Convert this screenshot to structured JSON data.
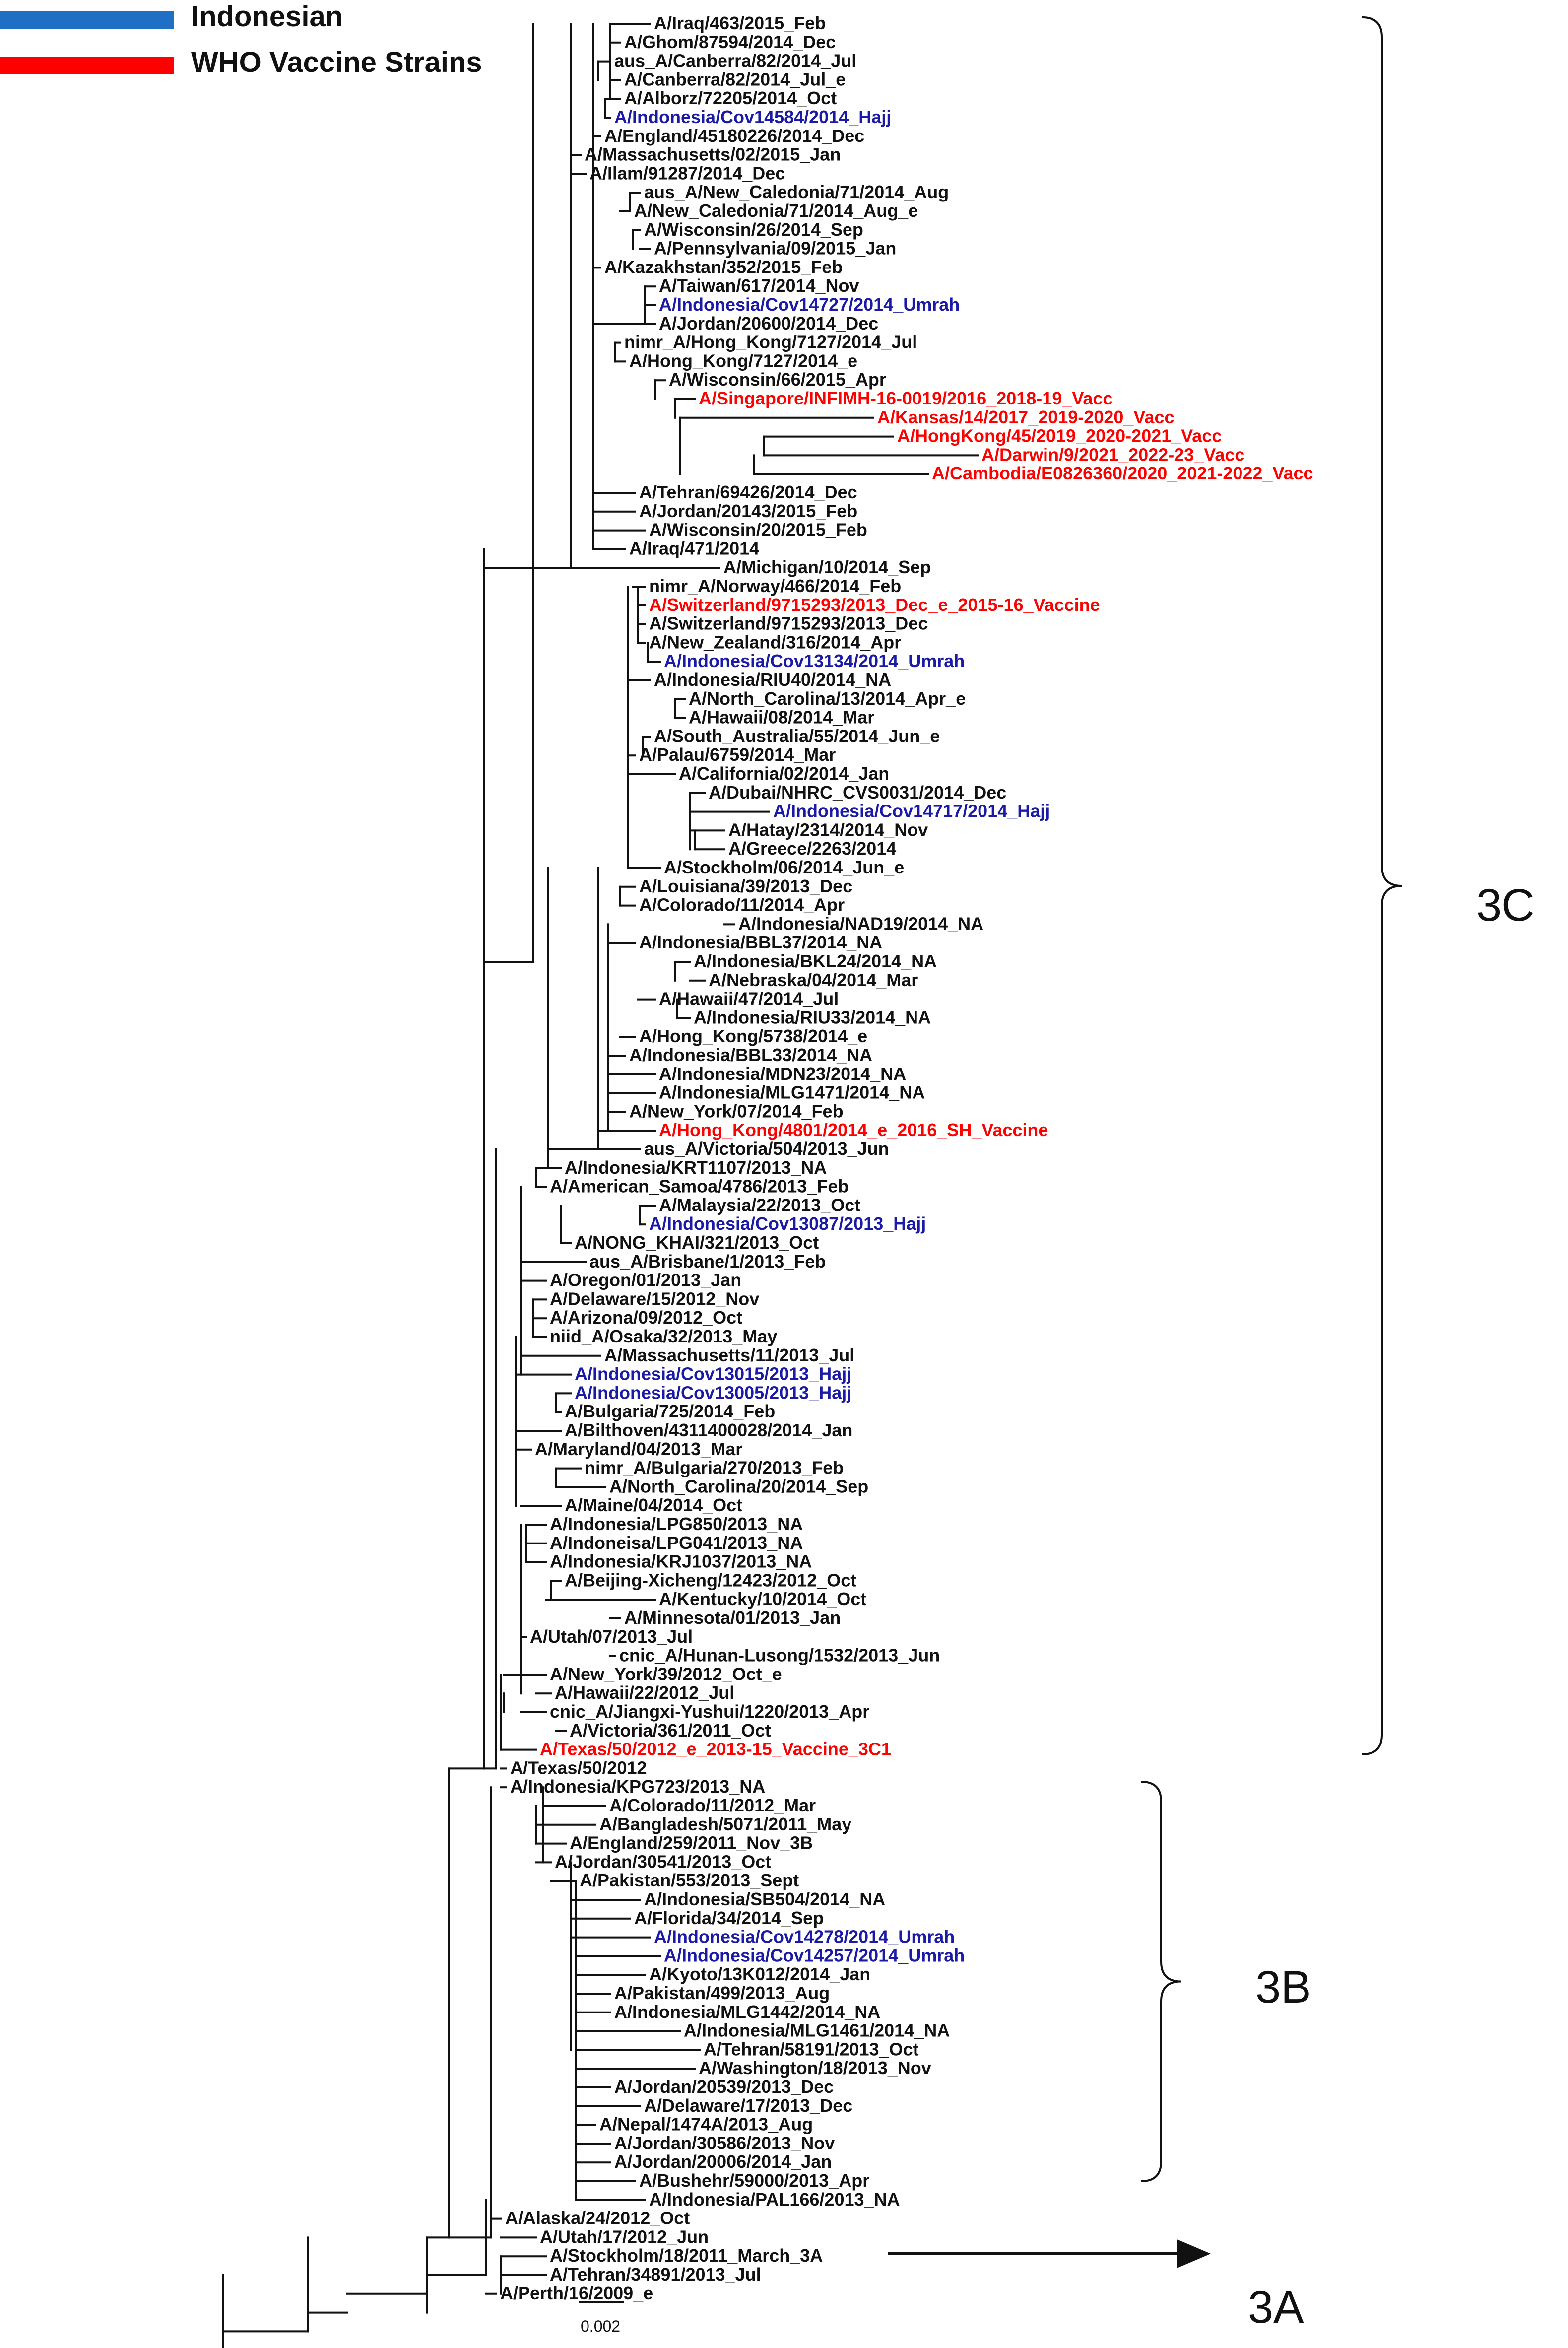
{
  "legend": [
    {
      "label": "Indonesian",
      "color": "#1f6fc4"
    },
    {
      "label": "WHO Vaccine Strains",
      "color": "#ff0000"
    }
  ],
  "colors": {
    "black": "#111111",
    "blue": "#1a1aa6",
    "red": "#ff0000"
  },
  "clades": [
    {
      "label": "3C"
    },
    {
      "label": "3B"
    },
    {
      "label": "3A"
    }
  ],
  "scale_bar": {
    "label": "0.002"
  },
  "tree": {
    "taxa": [
      {
        "name": "A/Iraq/463/2015_Feb",
        "group": "other"
      },
      {
        "name": "A/Ghom/87594/2014_Dec",
        "group": "other"
      },
      {
        "name": "aus_A/Canberra/82/2014_Jul",
        "group": "other"
      },
      {
        "name": "A/Canberra/82/2014_Jul_e",
        "group": "other"
      },
      {
        "name": "A/Alborz/72205/2014_Oct",
        "group": "other"
      },
      {
        "name": "A/Indonesia/Cov14584/2014_Hajj",
        "group": "indonesian"
      },
      {
        "name": "A/England/45180226/2014_Dec",
        "group": "other"
      },
      {
        "name": "A/Massachusetts/02/2015_Jan",
        "group": "other"
      },
      {
        "name": "A/Ilam/91287/2014_Dec",
        "group": "other"
      },
      {
        "name": "aus_A/New_Caledonia/71/2014_Aug",
        "group": "other"
      },
      {
        "name": "A/New_Caledonia/71/2014_Aug_e",
        "group": "other"
      },
      {
        "name": "A/Wisconsin/26/2014_Sep",
        "group": "other"
      },
      {
        "name": "A/Pennsylvania/09/2015_Jan",
        "group": "other"
      },
      {
        "name": "A/Kazakhstan/352/2015_Feb",
        "group": "other"
      },
      {
        "name": "A/Taiwan/617/2014_Nov",
        "group": "other"
      },
      {
        "name": "A/Indonesia/Cov14727/2014_Umrah",
        "group": "indonesian"
      },
      {
        "name": "A/Jordan/20600/2014_Dec",
        "group": "other"
      },
      {
        "name": "nimr_A/Hong_Kong/7127/2014_Jul",
        "group": "other"
      },
      {
        "name": "A/Hong_Kong/7127/2014_e",
        "group": "other"
      },
      {
        "name": "A/Wisconsin/66/2015_Apr",
        "group": "other"
      },
      {
        "name": "A/Singapore/INFIMH-16-0019/2016_2018-19_Vacc",
        "group": "vaccine"
      },
      {
        "name": "A/Kansas/14/2017_2019-2020_Vacc",
        "group": "vaccine"
      },
      {
        "name": "A/HongKong/45/2019_2020-2021_Vacc",
        "group": "vaccine"
      },
      {
        "name": "A/Darwin/9/2021_2022-23_Vacc",
        "group": "vaccine"
      },
      {
        "name": "A/Cambodia/E0826360/2020_2021-2022_Vacc",
        "group": "vaccine"
      },
      {
        "name": "A/Tehran/69426/2014_Dec",
        "group": "other"
      },
      {
        "name": "A/Jordan/20143/2015_Feb",
        "group": "other"
      },
      {
        "name": "A/Wisconsin/20/2015_Feb",
        "group": "other"
      },
      {
        "name": "A/Iraq/471/2014",
        "group": "other"
      },
      {
        "name": "A/Michigan/10/2014_Sep",
        "group": "other"
      },
      {
        "name": "nimr_A/Norway/466/2014_Feb",
        "group": "other"
      },
      {
        "name": "A/Switzerland/9715293/2013_Dec_e_2015-16_Vaccine",
        "group": "vaccine"
      },
      {
        "name": "A/Switzerland/9715293/2013_Dec",
        "group": "other"
      },
      {
        "name": "A/New_Zealand/316/2014_Apr",
        "group": "other"
      },
      {
        "name": "A/Indonesia/Cov13134/2014_Umrah",
        "group": "indonesian"
      },
      {
        "name": "A/Indonesia/RIU40/2014_NA",
        "group": "other"
      },
      {
        "name": "A/North_Carolina/13/2014_Apr_e",
        "group": "other"
      },
      {
        "name": "A/Hawaii/08/2014_Mar",
        "group": "other"
      },
      {
        "name": "A/South_Australia/55/2014_Jun_e",
        "group": "other"
      },
      {
        "name": "A/Palau/6759/2014_Mar",
        "group": "other"
      },
      {
        "name": "A/California/02/2014_Jan",
        "group": "other"
      },
      {
        "name": "A/Dubai/NHRC_CVS0031/2014_Dec",
        "group": "other"
      },
      {
        "name": "A/Indonesia/Cov14717/2014_Hajj",
        "group": "indonesian"
      },
      {
        "name": "A/Hatay/2314/2014_Nov",
        "group": "other"
      },
      {
        "name": "A/Greece/2263/2014",
        "group": "other"
      },
      {
        "name": "A/Stockholm/06/2014_Jun_e",
        "group": "other"
      },
      {
        "name": "A/Louisiana/39/2013_Dec",
        "group": "other"
      },
      {
        "name": "A/Colorado/11/2014_Apr",
        "group": "other"
      },
      {
        "name": "A/Indonesia/NAD19/2014_NA",
        "group": "other"
      },
      {
        "name": "A/Indonesia/BBL37/2014_NA",
        "group": "other"
      },
      {
        "name": "A/Indonesia/BKL24/2014_NA",
        "group": "other"
      },
      {
        "name": "A/Nebraska/04/2014_Mar",
        "group": "other"
      },
      {
        "name": "A/Hawaii/47/2014_Jul",
        "group": "other"
      },
      {
        "name": "A/Indonesia/RIU33/2014_NA",
        "group": "other"
      },
      {
        "name": "A/Hong_Kong/5738/2014_e",
        "group": "other"
      },
      {
        "name": "A/Indonesia/BBL33/2014_NA",
        "group": "other"
      },
      {
        "name": "A/Indonesia/MDN23/2014_NA",
        "group": "other"
      },
      {
        "name": "A/Indonesia/MLG1471/2014_NA",
        "group": "other"
      },
      {
        "name": "A/New_York/07/2014_Feb",
        "group": "other"
      },
      {
        "name": "A/Hong_Kong/4801/2014_e_2016_SH_Vaccine",
        "group": "vaccine"
      },
      {
        "name": "aus_A/Victoria/504/2013_Jun",
        "group": "other"
      },
      {
        "name": "A/Indonesia/KRT1107/2013_NA",
        "group": "other"
      },
      {
        "name": "A/American_Samoa/4786/2013_Feb",
        "group": "other"
      },
      {
        "name": "A/Malaysia/22/2013_Oct",
        "group": "other"
      },
      {
        "name": "A/Indonesia/Cov13087/2013_Hajj",
        "group": "indonesian"
      },
      {
        "name": "A/NONG_KHAI/321/2013_Oct",
        "group": "other"
      },
      {
        "name": "aus_A/Brisbane/1/2013_Feb",
        "group": "other"
      },
      {
        "name": "A/Oregon/01/2013_Jan",
        "group": "other"
      },
      {
        "name": "A/Delaware/15/2012_Nov",
        "group": "other"
      },
      {
        "name": "A/Arizona/09/2012_Oct",
        "group": "other"
      },
      {
        "name": "niid_A/Osaka/32/2013_May",
        "group": "other"
      },
      {
        "name": "A/Massachusetts/11/2013_Jul",
        "group": "other"
      },
      {
        "name": "A/Indonesia/Cov13015/2013_Hajj",
        "group": "indonesian"
      },
      {
        "name": "A/Indonesia/Cov13005/2013_Hajj",
        "group": "indonesian"
      },
      {
        "name": "A/Bulgaria/725/2014_Feb",
        "group": "other"
      },
      {
        "name": "A/Bilthoven/4311400028/2014_Jan",
        "group": "other"
      },
      {
        "name": "A/Maryland/04/2013_Mar",
        "group": "other"
      },
      {
        "name": "nimr_A/Bulgaria/270/2013_Feb",
        "group": "other"
      },
      {
        "name": "A/North_Carolina/20/2014_Sep",
        "group": "other"
      },
      {
        "name": "A/Maine/04/2014_Oct",
        "group": "other"
      },
      {
        "name": "A/Indonesia/LPG850/2013_NA",
        "group": "other"
      },
      {
        "name": "A/Indoneisa/LPG041/2013_NA",
        "group": "other"
      },
      {
        "name": "A/Indonesia/KRJ1037/2013_NA",
        "group": "other"
      },
      {
        "name": "A/Beijing-Xicheng/12423/2012_Oct",
        "group": "other"
      },
      {
        "name": "A/Kentucky/10/2014_Oct",
        "group": "other"
      },
      {
        "name": "A/Minnesota/01/2013_Jan",
        "group": "other"
      },
      {
        "name": "A/Utah/07/2013_Jul",
        "group": "other"
      },
      {
        "name": "cnic_A/Hunan-Lusong/1532/2013_Jun",
        "group": "other"
      },
      {
        "name": "A/New_York/39/2012_Oct_e",
        "group": "other"
      },
      {
        "name": "A/Hawaii/22/2012_Jul",
        "group": "other"
      },
      {
        "name": "cnic_A/Jiangxi-Yushui/1220/2013_Apr",
        "group": "other"
      },
      {
        "name": "A/Victoria/361/2011_Oct",
        "group": "other"
      },
      {
        "name": "A/Texas/50/2012_e_2013-15_Vaccine_3C1",
        "group": "vaccine"
      },
      {
        "name": "A/Texas/50/2012",
        "group": "other"
      },
      {
        "name": "A/Indonesia/KPG723/2013_NA",
        "group": "other"
      },
      {
        "name": "A/Colorado/11/2012_Mar",
        "group": "other"
      },
      {
        "name": "A/Bangladesh/5071/2011_May",
        "group": "other"
      },
      {
        "name": "A/England/259/2011_Nov_3B",
        "group": "other"
      },
      {
        "name": "A/Jordan/30541/2013_Oct",
        "group": "other"
      },
      {
        "name": "A/Pakistan/553/2013_Sept",
        "group": "other"
      },
      {
        "name": "A/Indonesia/SB504/2014_NA",
        "group": "other"
      },
      {
        "name": "A/Florida/34/2014_Sep",
        "group": "other"
      },
      {
        "name": "A/Indonesia/Cov14278/2014_Umrah",
        "group": "indonesian"
      },
      {
        "name": "A/Indonesia/Cov14257/2014_Umrah",
        "group": "indonesian"
      },
      {
        "name": "A/Kyoto/13K012/2014_Jan",
        "group": "other"
      },
      {
        "name": "A/Pakistan/499/2013_Aug",
        "group": "other"
      },
      {
        "name": "A/Indonesia/MLG1442/2014_NA",
        "group": "other"
      },
      {
        "name": "A/Indonesia/MLG1461/2014_NA",
        "group": "other"
      },
      {
        "name": "A/Tehran/58191/2013_Oct",
        "group": "other"
      },
      {
        "name": "A/Washington/18/2013_Nov",
        "group": "other"
      },
      {
        "name": "A/Jordan/20539/2013_Dec",
        "group": "other"
      },
      {
        "name": "A/Delaware/17/2013_Dec",
        "group": "other"
      },
      {
        "name": "A/Nepal/1474A/2013_Aug",
        "group": "other"
      },
      {
        "name": "A/Jordan/30586/2013_Nov",
        "group": "other"
      },
      {
        "name": "A/Jordan/20006/2014_Jan",
        "group": "other"
      },
      {
        "name": "A/Bushehr/59000/2013_Apr",
        "group": "other"
      },
      {
        "name": "A/Indonesia/PAL166/2013_NA",
        "group": "other"
      },
      {
        "name": "A/Alaska/24/2012_Oct",
        "group": "other"
      },
      {
        "name": "A/Utah/17/2012_Jun",
        "group": "other"
      },
      {
        "name": "A/Stockholm/18/2011_March_3A",
        "group": "other"
      },
      {
        "name": "A/Tehran/34891/2013_Jul",
        "group": "other"
      },
      {
        "name": "A/Perth/16/2009_e",
        "group": "other"
      }
    ]
  }
}
